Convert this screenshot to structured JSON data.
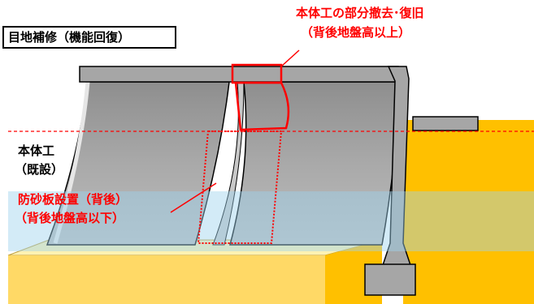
{
  "title": "目地補修（機能回復）",
  "labels": {
    "top_right_line1": "本体工の部分撤去･復旧",
    "top_right_line2": "（背後地盤高以上）",
    "left_line1": "本体工",
    "left_line2": "（既設）",
    "mid_left_line1": "防砂板設置（背後）",
    "mid_left_line2": "（背後地盤高以下）"
  },
  "colors": {
    "accent_red": "#ff0000",
    "ground_orange": "#ffc000",
    "sand_yellow": "#ffd966",
    "wall_gray": "#a6a6a6",
    "water_blue": "#bde3f5"
  }
}
